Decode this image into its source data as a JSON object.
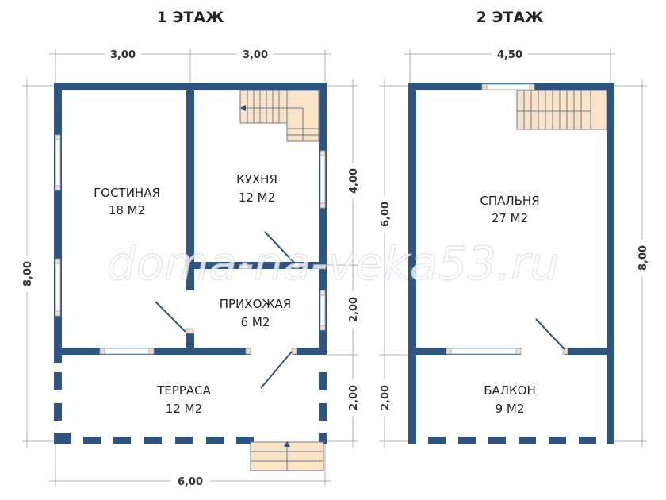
{
  "floors": [
    {
      "title": "1 ЭТАЖ",
      "rooms": [
        {
          "name": "ГОСТИНАЯ",
          "area": "18 М2"
        },
        {
          "name": "КУХНЯ",
          "area": "12 М2"
        },
        {
          "name": "ПРИХОЖАЯ",
          "area": "6 М2"
        },
        {
          "name": "ТЕРРАСА",
          "area": "12 М2"
        }
      ],
      "dims": {
        "top_left": "3,00",
        "top_right": "3,00",
        "left": "8,00",
        "right_upper": "4,00",
        "right_middle": "2,00",
        "right_lower": "2,00",
        "bottom": "6,00"
      }
    },
    {
      "title": "2 ЭТАЖ",
      "rooms": [
        {
          "name": "СПАЛЬНЯ",
          "area": "27 М2"
        },
        {
          "name": "БАЛКОН",
          "area": "9 М2"
        }
      ],
      "dims": {
        "top": "4,50",
        "left_upper": "6,00",
        "left_lower": "2,00",
        "right": "8,00"
      }
    }
  ],
  "watermark": "doma-na-veka53.ru",
  "colors": {
    "wall": "#2f5480",
    "stairs": "#fbe3c8"
  }
}
